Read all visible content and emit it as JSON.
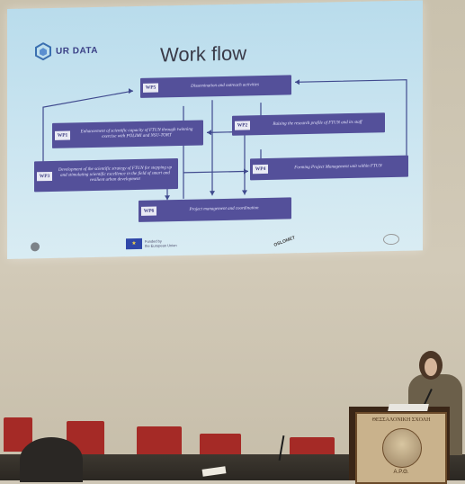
{
  "slide": {
    "logo_text": "UR DATA",
    "title": "Work flow",
    "boxes": [
      {
        "wp": "WP5",
        "text": "Dissemination and outreach activities"
      },
      {
        "wp": "WP1",
        "text": "Enhancement of scientific capacity of FTUN through twinning exercise with POLIMI and NSU-TORT"
      },
      {
        "wp": "WP2",
        "text": "Raising the research profile of FTUN and its staff"
      },
      {
        "wp": "WP3",
        "text": "Development of the scientific strategy of FTUN for stepping up and stimulating scientific excellence in the field of smart and resilient urban development"
      },
      {
        "wp": "WP4",
        "text": "Forming Project Management unit within FTUN"
      },
      {
        "wp": "WP6",
        "text": "Project management and coordination"
      }
    ],
    "footer": {
      "funded_line1": "Funded by",
      "funded_line2": "the European Union",
      "partner": "OSLOMET"
    }
  },
  "room": {
    "podium_top": "ΘΕΣΣΑΛΟΝΙΚΗ ΣΧΟΛΗ",
    "podium_bottom": "A.P.Θ."
  }
}
